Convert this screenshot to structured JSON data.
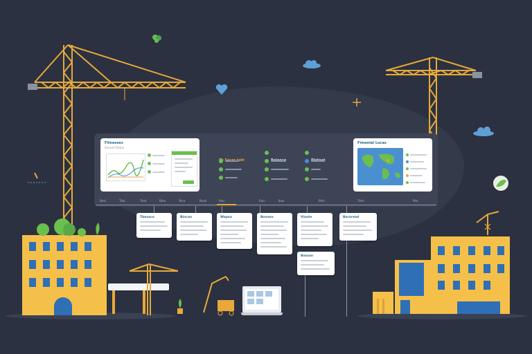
{
  "dashboard": {
    "left_panel": {
      "title": "Fitnesses",
      "subtitle": "Annual Status"
    },
    "middle_col1": {
      "header": "Tk Sacer tutr"
    },
    "middle_col2": {
      "header": "Balance"
    },
    "middle_col3": {
      "header": "Platnet"
    },
    "right_panel": {
      "title": "Fimanial Lucas"
    }
  },
  "timeline": {
    "ticks": [
      "Beal",
      "Tbal",
      "Trest",
      "Bteo",
      "Tena",
      "Baad",
      "Rein",
      "Rain",
      "Ibao",
      "Pitnl",
      "Tiste",
      "Pite"
    ]
  },
  "notes": [
    {
      "title": "Tbesaco"
    },
    {
      "title": "Bincan"
    },
    {
      "title": "Wapsa"
    },
    {
      "title": "Bosneo"
    },
    {
      "title": "Viaote"
    },
    {
      "title": "Bararead"
    },
    {
      "title": "Bassan"
    }
  ],
  "colors": {
    "background": "#2b3140",
    "crane": "#e8a93a",
    "building": "#f5c04a",
    "window": "#2f6fb6",
    "accent_green": "#6bbf4e"
  }
}
